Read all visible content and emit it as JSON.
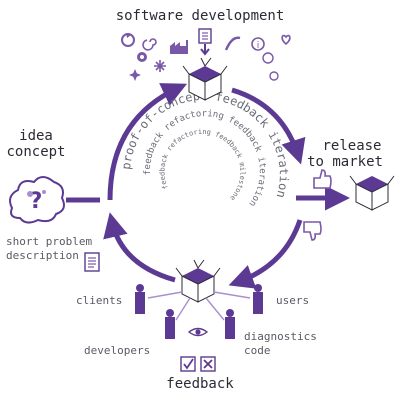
{
  "labels": {
    "top": "software development",
    "left_line1": "idea",
    "left_line2": "concept",
    "right_line1": "release",
    "right_line2": "to market",
    "short_problem_line1": "short problem",
    "short_problem_line2": "description",
    "clients": "clients",
    "users": "users",
    "developers": "developers",
    "diagnostics_line1": "diagnostics",
    "diagnostics_line2": "code",
    "bottom": "feedback"
  },
  "spiral": {
    "outer": "proof-of-concept feedback iteration",
    "middle": "feedback refactoring feedback iteration",
    "inner": "feedback refactoring feedback milestone feedback milestone"
  },
  "cloud_symbol": "?",
  "colors": {
    "accent": "#5c3a93",
    "accent_light": "#a98fd0",
    "text": "#2b2b36"
  },
  "icons": [
    "gear-icon",
    "snowflake-icon",
    "factory-icon",
    "paint-icon",
    "document-icon",
    "info-icon",
    "copyright-icon",
    "heart-icon",
    "recycle-icon",
    "spiral-icon",
    "star-icon",
    "checkbox-icon",
    "thumbs-up-icon",
    "thumbs-down-icon",
    "eye-icon"
  ]
}
